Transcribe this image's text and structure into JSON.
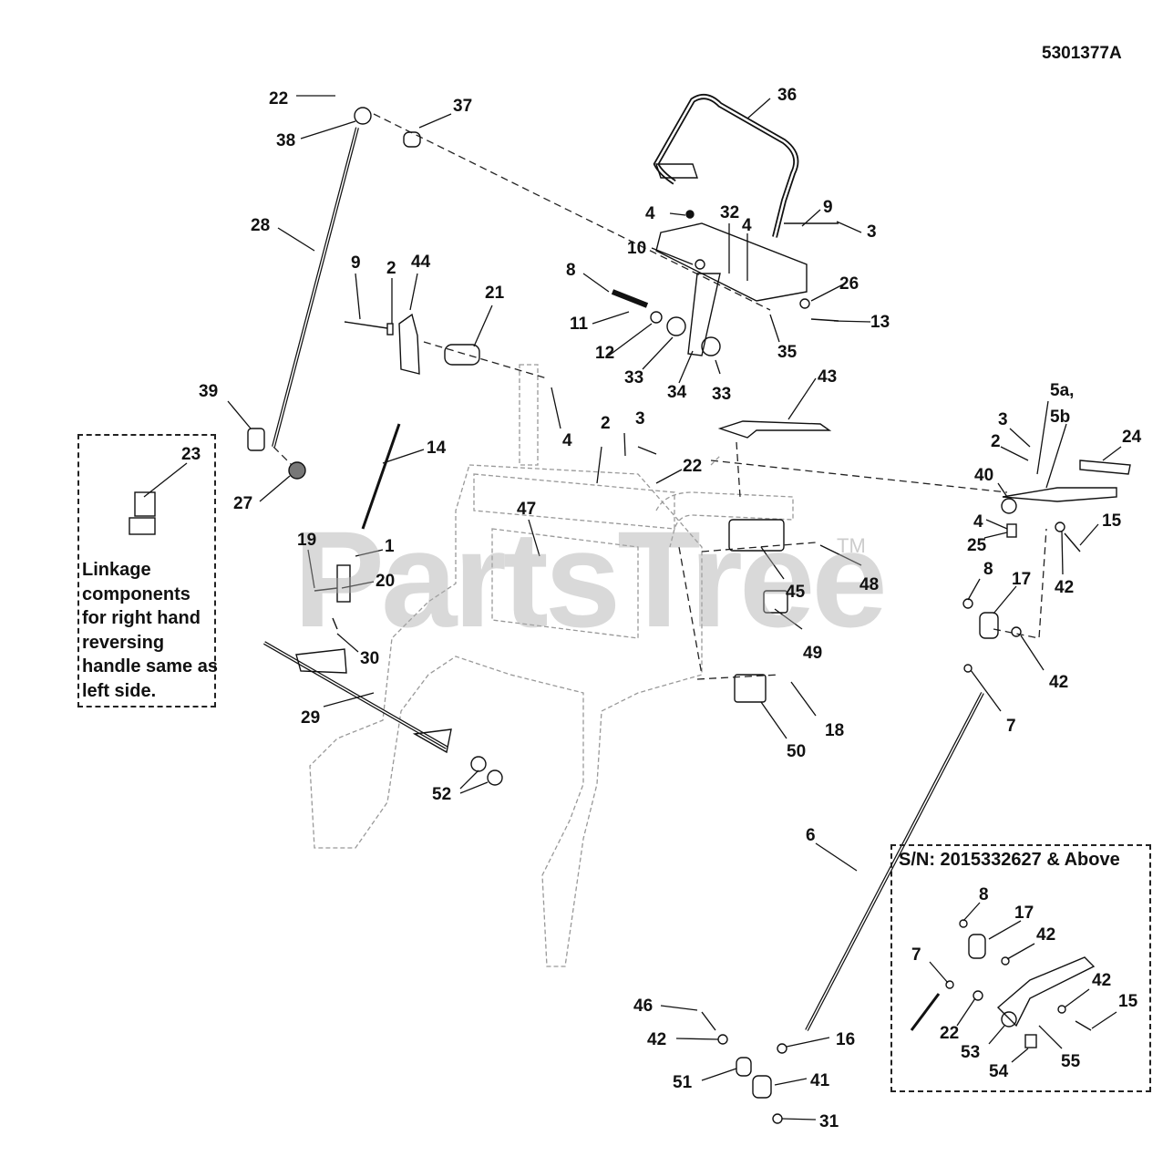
{
  "drawing_code": "5301377A",
  "watermark": "PartsTree",
  "trademark": "TM",
  "note_text": "Linkage components for right hand reversing handle same as left side.",
  "inset_title": "S/N: 2015332627 & Above",
  "labels": [
    "22",
    "37",
    "38",
    "36",
    "28",
    "9",
    "2",
    "44",
    "21",
    "4",
    "32",
    "10",
    "8",
    "11",
    "12",
    "33",
    "34",
    "35",
    "26",
    "13",
    "3",
    "39",
    "14",
    "23",
    "27",
    "19",
    "1",
    "20",
    "30",
    "29",
    "52",
    "47",
    "45",
    "48",
    "49",
    "43",
    "22",
    "18",
    "50",
    "5a,",
    "5b",
    "24",
    "3",
    "2",
    "40",
    "4",
    "25",
    "15",
    "42",
    "8",
    "17",
    "42",
    "7",
    "6",
    "46",
    "42",
    "51",
    "41",
    "31",
    "16",
    "8",
    "17",
    "42",
    "7",
    "42",
    "15",
    "22",
    "53",
    "54",
    "55",
    "33",
    "9",
    "4",
    "2",
    "3",
    "4"
  ]
}
